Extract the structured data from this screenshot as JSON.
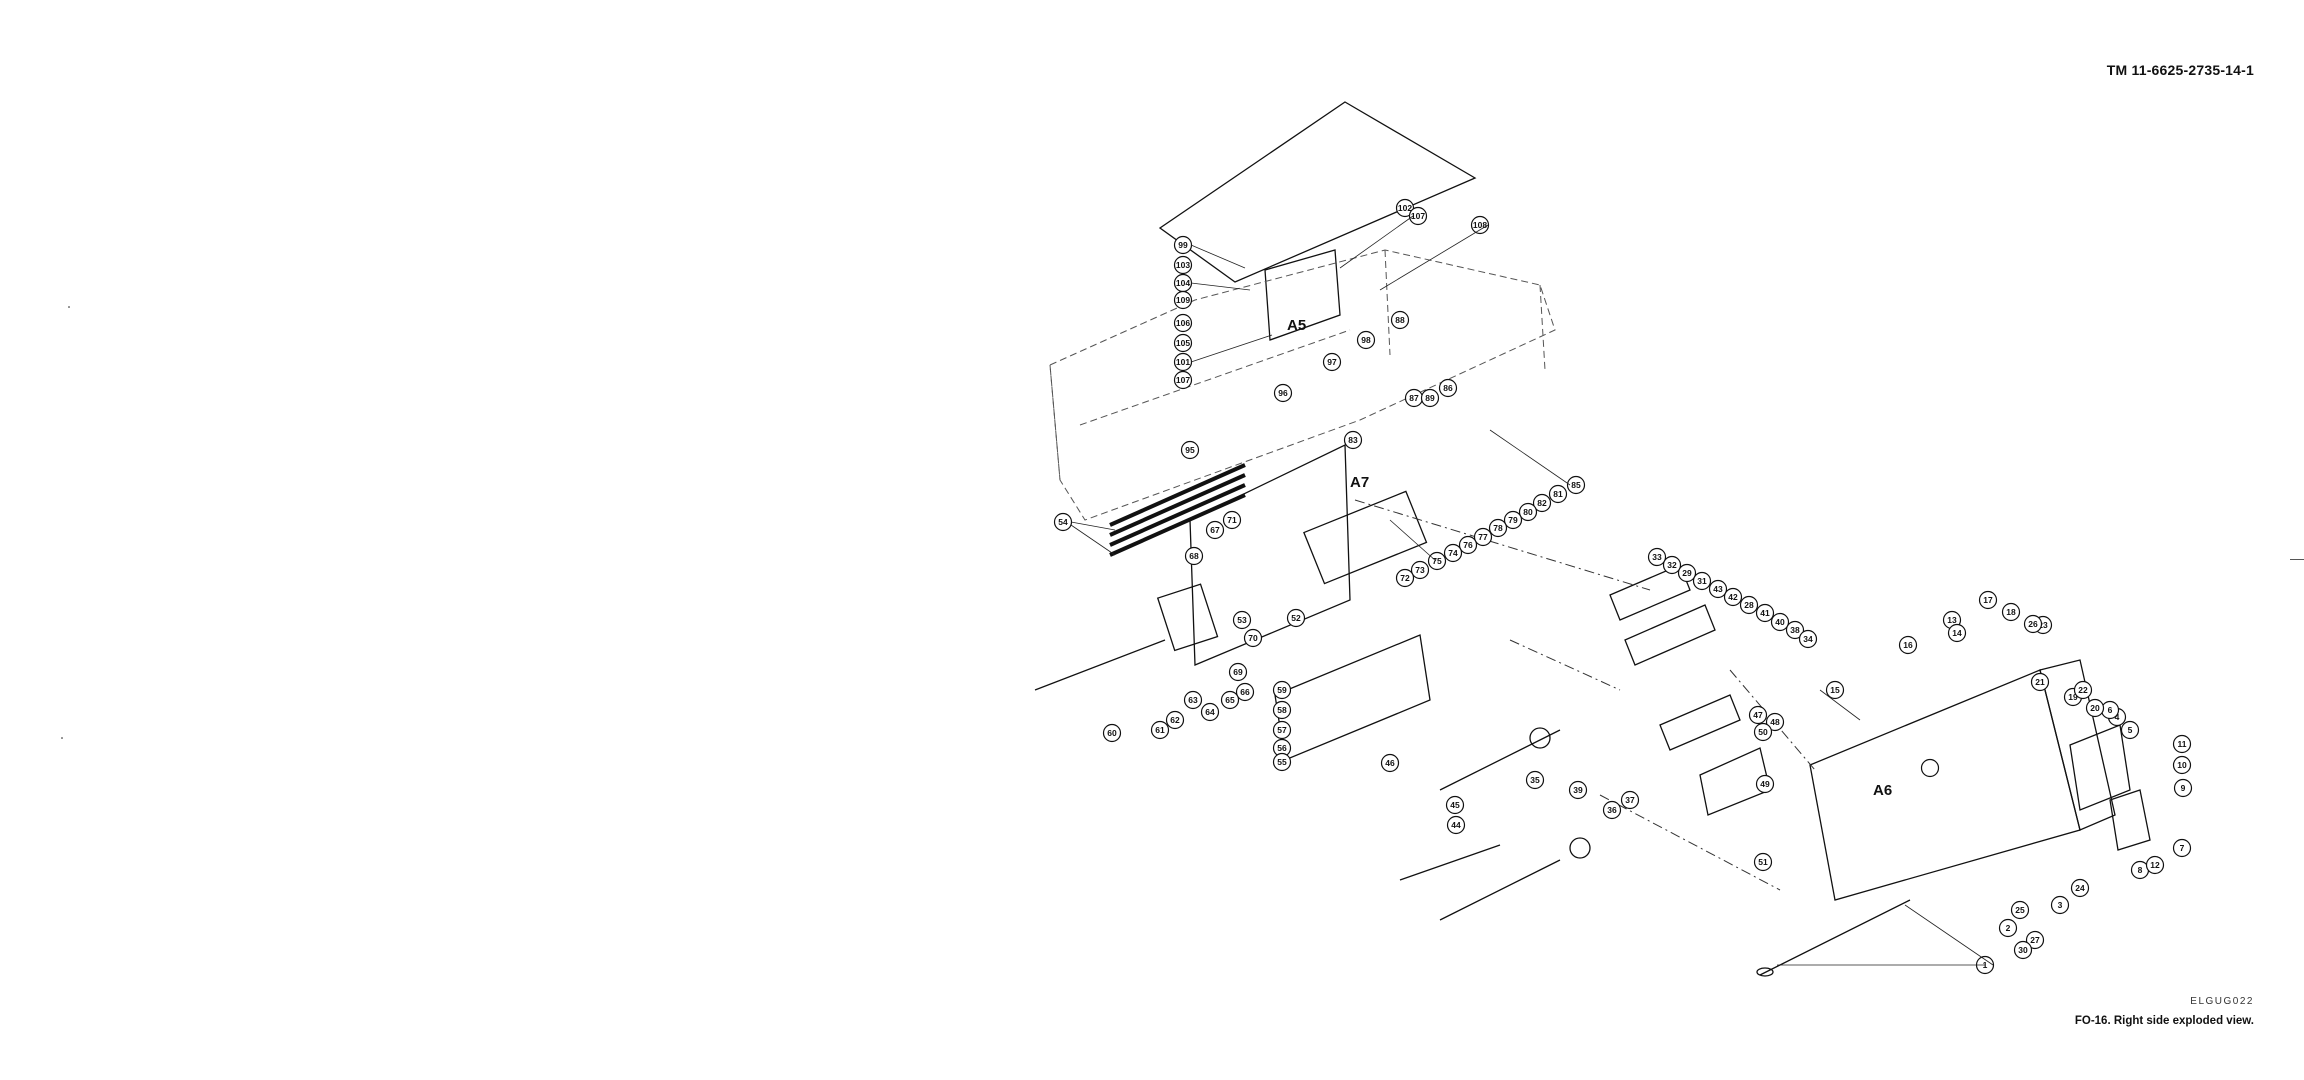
{
  "header": {
    "doc_number": "TM 11-6625-2735-14-1"
  },
  "footer": {
    "drawing_code": "ELGUG022",
    "caption": "FO-16.  Right side exploded view."
  },
  "assembly_labels": [
    "A5",
    "A7",
    "A6"
  ],
  "callouts": [
    "99",
    "103",
    "104",
    "109",
    "106",
    "105",
    "101",
    "107",
    "102",
    "107",
    "108",
    "88",
    "98",
    "97",
    "96",
    "95",
    "87",
    "83",
    "89",
    "86",
    "85",
    "81",
    "82",
    "80",
    "79",
    "78",
    "77",
    "76",
    "74",
    "75",
    "73",
    "72",
    "71",
    "67",
    "68",
    "70",
    "69",
    "66",
    "65",
    "64",
    "63",
    "62",
    "61",
    "60",
    "59",
    "58",
    "57",
    "56",
    "55",
    "54",
    "53",
    "52",
    "33",
    "32",
    "29",
    "31",
    "43",
    "42",
    "28",
    "41",
    "40",
    "38",
    "34",
    "35",
    "39",
    "37",
    "36",
    "44",
    "45",
    "46",
    "47",
    "48",
    "49",
    "50",
    "51",
    "1",
    "2",
    "3",
    "4",
    "5",
    "6",
    "7",
    "8",
    "9",
    "10",
    "11",
    "12",
    "13",
    "14",
    "15",
    "16",
    "17",
    "18",
    "19",
    "20",
    "21",
    "22",
    "23",
    "24",
    "25",
    "26",
    "27",
    "30"
  ]
}
